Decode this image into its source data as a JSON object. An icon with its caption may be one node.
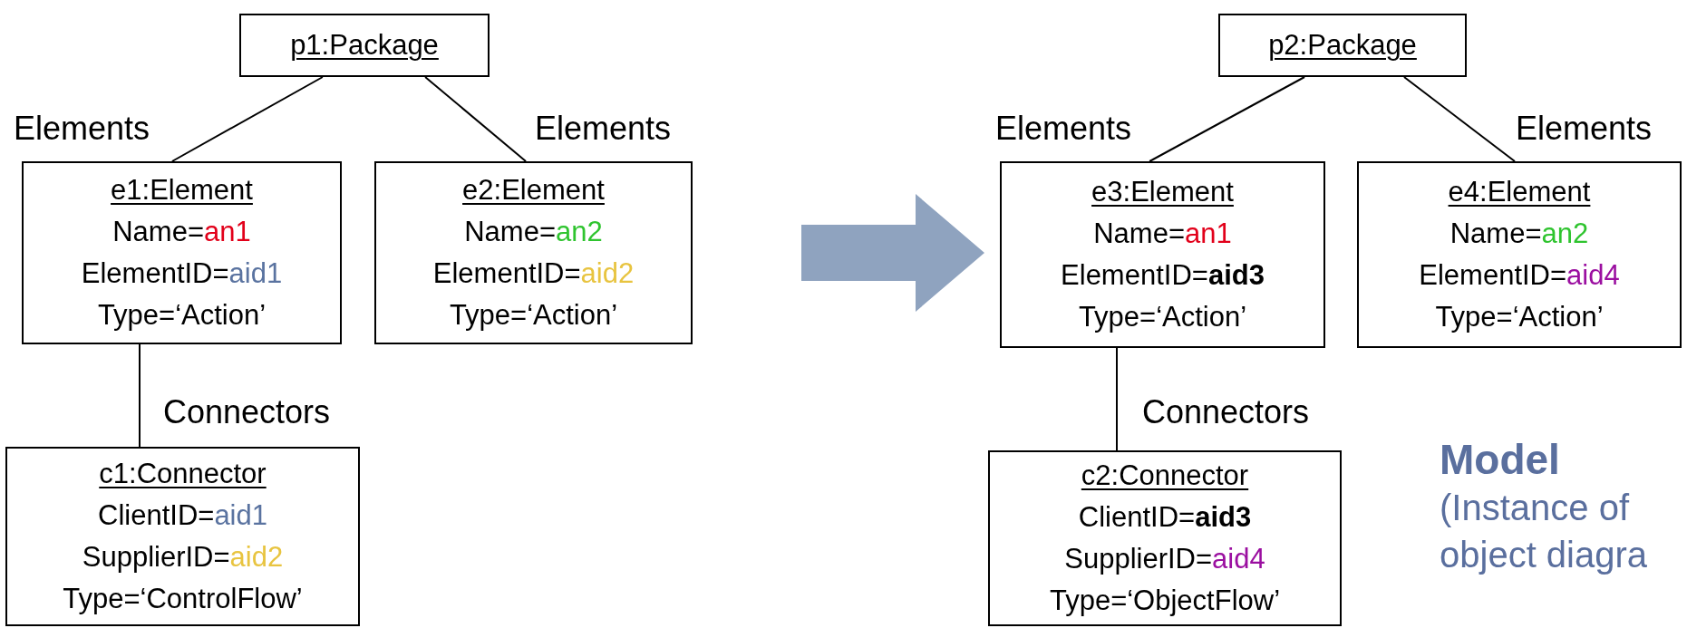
{
  "diagram": {
    "nodes": [
      {
        "text": [
          "p1:Package"
        ]
      },
      {
        "text": [
          "e1:Element",
          "Name=an1",
          "ElementID=aid1",
          "Type=‘Action’"
        ]
      },
      {
        "text": [
          "e2:Element",
          "Name=an2",
          "ElementID=aid2",
          "Type=‘Action’"
        ]
      },
      {
        "text": [
          "c1:Connector",
          "ClientID=aid1",
          "SupplierID=aid2",
          "Type=‘ControlFlow’"
        ]
      },
      {
        "text": [
          "p2:Package"
        ]
      },
      {
        "text": [
          "e3:Element",
          "Name=an1",
          "ElementID=**aid3**",
          "Type=‘Action’"
        ]
      },
      {
        "text": [
          "e4:Element",
          "Name=an2",
          "ElementID=aid4",
          "Type=‘Action’"
        ]
      },
      {
        "text": [
          "c2:Connector",
          "ClientID=**aid3**",
          "SupplierID=aid4",
          "Type=‘ObjectFlow’"
        ]
      }
    ],
    "edges": [
      {
        "from": 0,
        "to": 1,
        "arrow": "none",
        "label": "Elements"
      },
      {
        "from": 0,
        "to": 2,
        "arrow": "none",
        "label": "Elements"
      },
      {
        "from": 1,
        "to": 3,
        "arrow": "none",
        "label": "Connectors"
      },
      {
        "from": 4,
        "to": 5,
        "arrow": "none",
        "label": "Elements"
      },
      {
        "from": 4,
        "to": 6,
        "arrow": "none",
        "label": "Elements"
      },
      {
        "from": 5,
        "to": 7,
        "arrow": "none",
        "label": "Connectors"
      }
    ],
    "labels": [
      "Model",
      "(Instance of object diagra"
    ]
  }
}
